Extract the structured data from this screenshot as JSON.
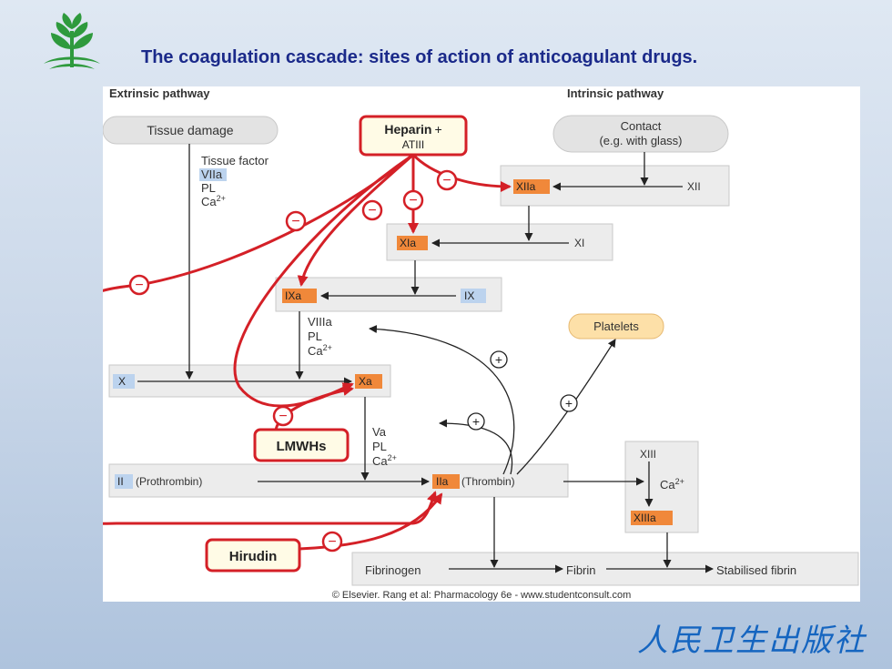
{
  "slide": {
    "title": "The coagulation cascade: sites of action of anticoagulant drugs.",
    "publisher": "人民卫生出版社",
    "credit": "© Elsevier. Rang et al: Pharmacology 6e - www.studentconsult.com"
  },
  "headings": {
    "extrinsic": "Extrinsic pathway",
    "intrinsic": "Intrinsic pathway"
  },
  "nodes": {
    "tissue_damage": "Tissue damage",
    "contact_1": "Contact",
    "contact_2": "(e.g. with glass)",
    "platelets": "Platelets"
  },
  "drugs": {
    "heparin": "Heparin",
    "heparin_plus": "+",
    "atiii": "ATIII",
    "lmwhs": "LMWHs",
    "hirudin": "Hirudin"
  },
  "factors": {
    "tissue_factor": "Tissue factor",
    "viia": "VIIa",
    "pl": "PL",
    "ca": "Ca",
    "ca_sup": "2+",
    "xiia": "XIIa",
    "xii": "XII",
    "xia": "XIa",
    "xi": "XI",
    "ixa": "IXa",
    "ix": "IX",
    "viiia": "VIIIa",
    "x": "X",
    "xa": "Xa",
    "va": "Va",
    "ii": "II",
    "prothrombin": "(Prothrombin)",
    "iia": "IIa",
    "thrombin": "(Thrombin)",
    "xiii": "XIII",
    "xiiia": "XIIIa",
    "fibrinogen": "Fibrinogen",
    "fibrin": "Fibrin",
    "stabilised_fibrin": "Stabilised fibrin"
  },
  "symbols": {
    "inhibit": "−",
    "promote": "+"
  },
  "colors": {
    "drug_red": "#d42027",
    "active_orange": "#f0883a",
    "inactive_blue": "#bcd3ee",
    "box_grey": "#ececec",
    "platelets_fill": "#fde0a8",
    "title_blue": "#1b2a8a",
    "logo_green": "#2e9a3d"
  }
}
